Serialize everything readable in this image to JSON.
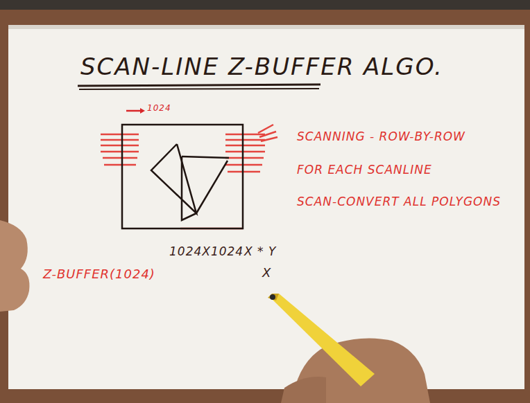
{
  "diagram": {
    "title": "SCAN-LINE Z-BUFFER ALGO.",
    "labels": [
      "1024",
      "SCANNING - ROW-BY-ROW",
      "FOR EACH SCANLINE",
      "SCAN-CONVERT ALL POLYGONS",
      "1024X1024",
      "X * Y",
      "Z-BUFFER(1024)",
      "X"
    ]
  }
}
